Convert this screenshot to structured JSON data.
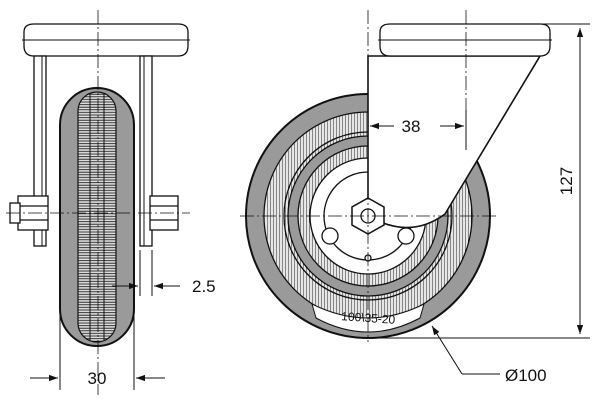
{
  "dimensions": {
    "offset_width": "38",
    "overall_height": "127",
    "tire_width": "30",
    "axle_gap": "2.5",
    "wheel_diameter": "Ø100"
  },
  "wheel_marking": "100\\35-20",
  "colors": {
    "line": "#111111",
    "tire_fill": "#9a9a9a",
    "tread_fill": "#d9d9d9",
    "background": "#ffffff"
  }
}
